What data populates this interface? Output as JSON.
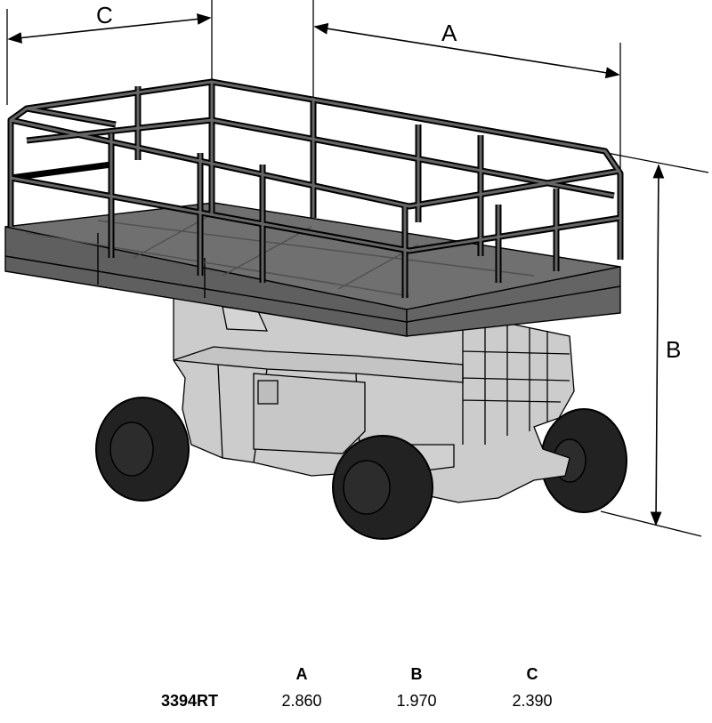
{
  "diagram": {
    "dimension_labels": {
      "a": "A",
      "b": "B",
      "c": "C"
    },
    "colors": {
      "platform": "#666666",
      "chassis": "#cccccc",
      "tire": "#222222",
      "line": "#000000"
    }
  },
  "table": {
    "headers": [
      "A",
      "B",
      "C"
    ],
    "rows": [
      {
        "model": "3394RT",
        "values": [
          "2.860",
          "1.970",
          "2.390"
        ]
      }
    ]
  }
}
